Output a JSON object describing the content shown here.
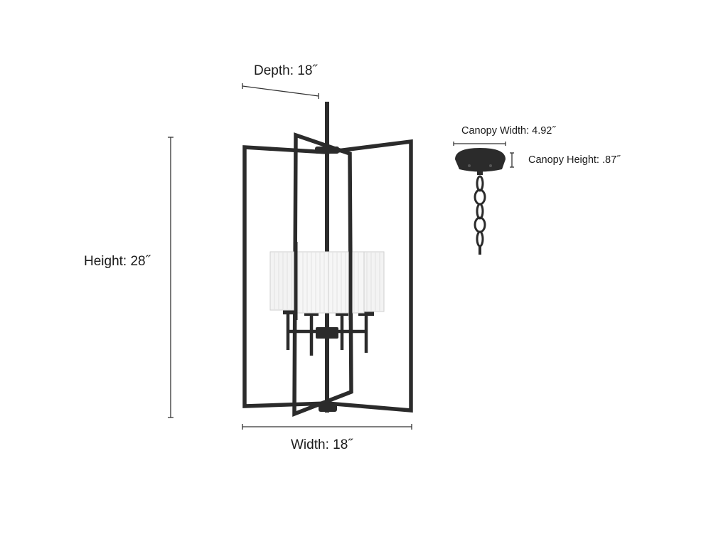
{
  "dimensions": {
    "depth": "Depth: 18˝",
    "height": "Height: 28˝",
    "width": "Width: 18˝",
    "canopy_width": "Canopy Width: 4.92˝",
    "canopy_height": "Canopy Height: .87˝"
  },
  "colors": {
    "fixture": "#2b2b2b",
    "shade": "#f3f3f3",
    "dimension_line": "#333333"
  }
}
